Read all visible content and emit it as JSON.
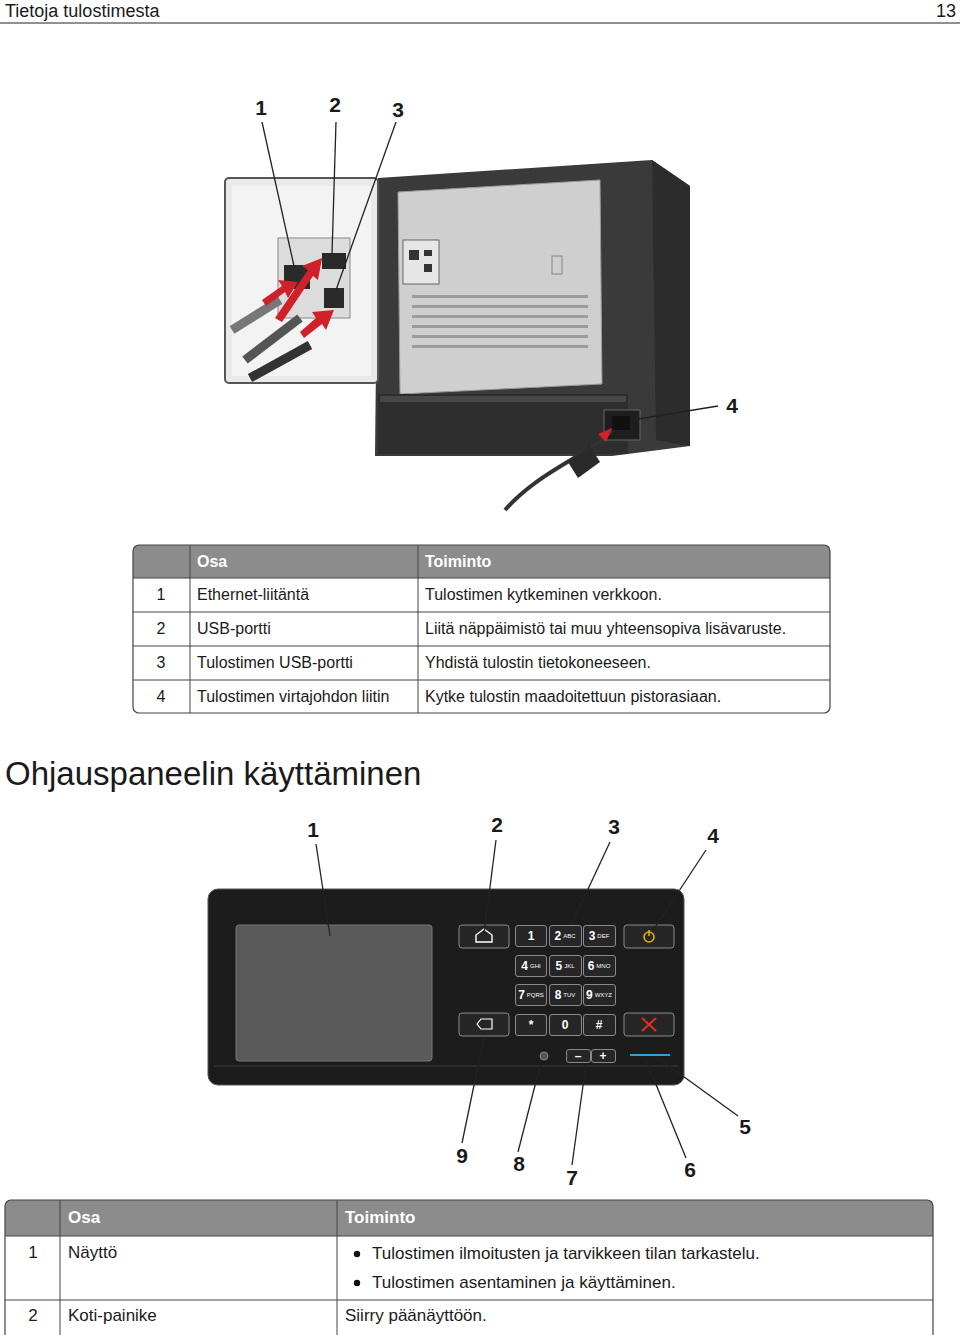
{
  "diagram": {
    "title": "Ohjauspaneelin käyttäminen",
    "nodes": [
      {
        "text": [
          "1"
        ]
      },
      {
        "text": [
          "2",
          "ABC"
        ]
      },
      {
        "text": [
          "3",
          "DEF"
        ]
      },
      {
        "text": [
          "4",
          "GHI"
        ]
      },
      {
        "text": [
          "5",
          "JKL"
        ]
      },
      {
        "text": [
          "6",
          "MNO"
        ]
      },
      {
        "text": [
          "7",
          "PQRS"
        ]
      },
      {
        "text": [
          "8",
          "TUV"
        ]
      },
      {
        "text": [
          "9",
          "WXYZ"
        ]
      },
      {
        "text": [
          "*"
        ]
      },
      {
        "text": [
          "0"
        ]
      },
      {
        "text": [
          "#"
        ]
      },
      {
        "text": [
          "–"
        ]
      },
      {
        "text": [
          "+"
        ]
      }
    ],
    "labels": [
      "Tietoja tulostimesta",
      "13",
      "1",
      "2",
      "3",
      "4",
      "Osa",
      "Toiminto",
      "1",
      "Ethernet-liitäntä",
      "Tulostimen kytkeminen verkkoon.",
      "2",
      "USB-portti",
      "Liitä näppäimistö tai muu yhteensopiva lisävaruste.",
      "3",
      "Tulostimen USB-portti",
      "Yhdistä tulostin tietokoneeseen.",
      "4",
      "Tulostimen virtajohdon liitin",
      "Kytke tulostin maadoitettuun pistorasiaan.",
      "1",
      "2",
      "3",
      "4",
      "5",
      "9",
      "8",
      "7",
      "6",
      "Osa",
      "Toiminto",
      "1",
      "Näyttö",
      "Tulostimen ilmoitusten ja tarvikkeen tilan tarkastelu.",
      "Tulostimen asentaminen ja käyttäminen.",
      "2",
      "Koti-painike",
      "Siirry päänäyttöön."
    ]
  }
}
